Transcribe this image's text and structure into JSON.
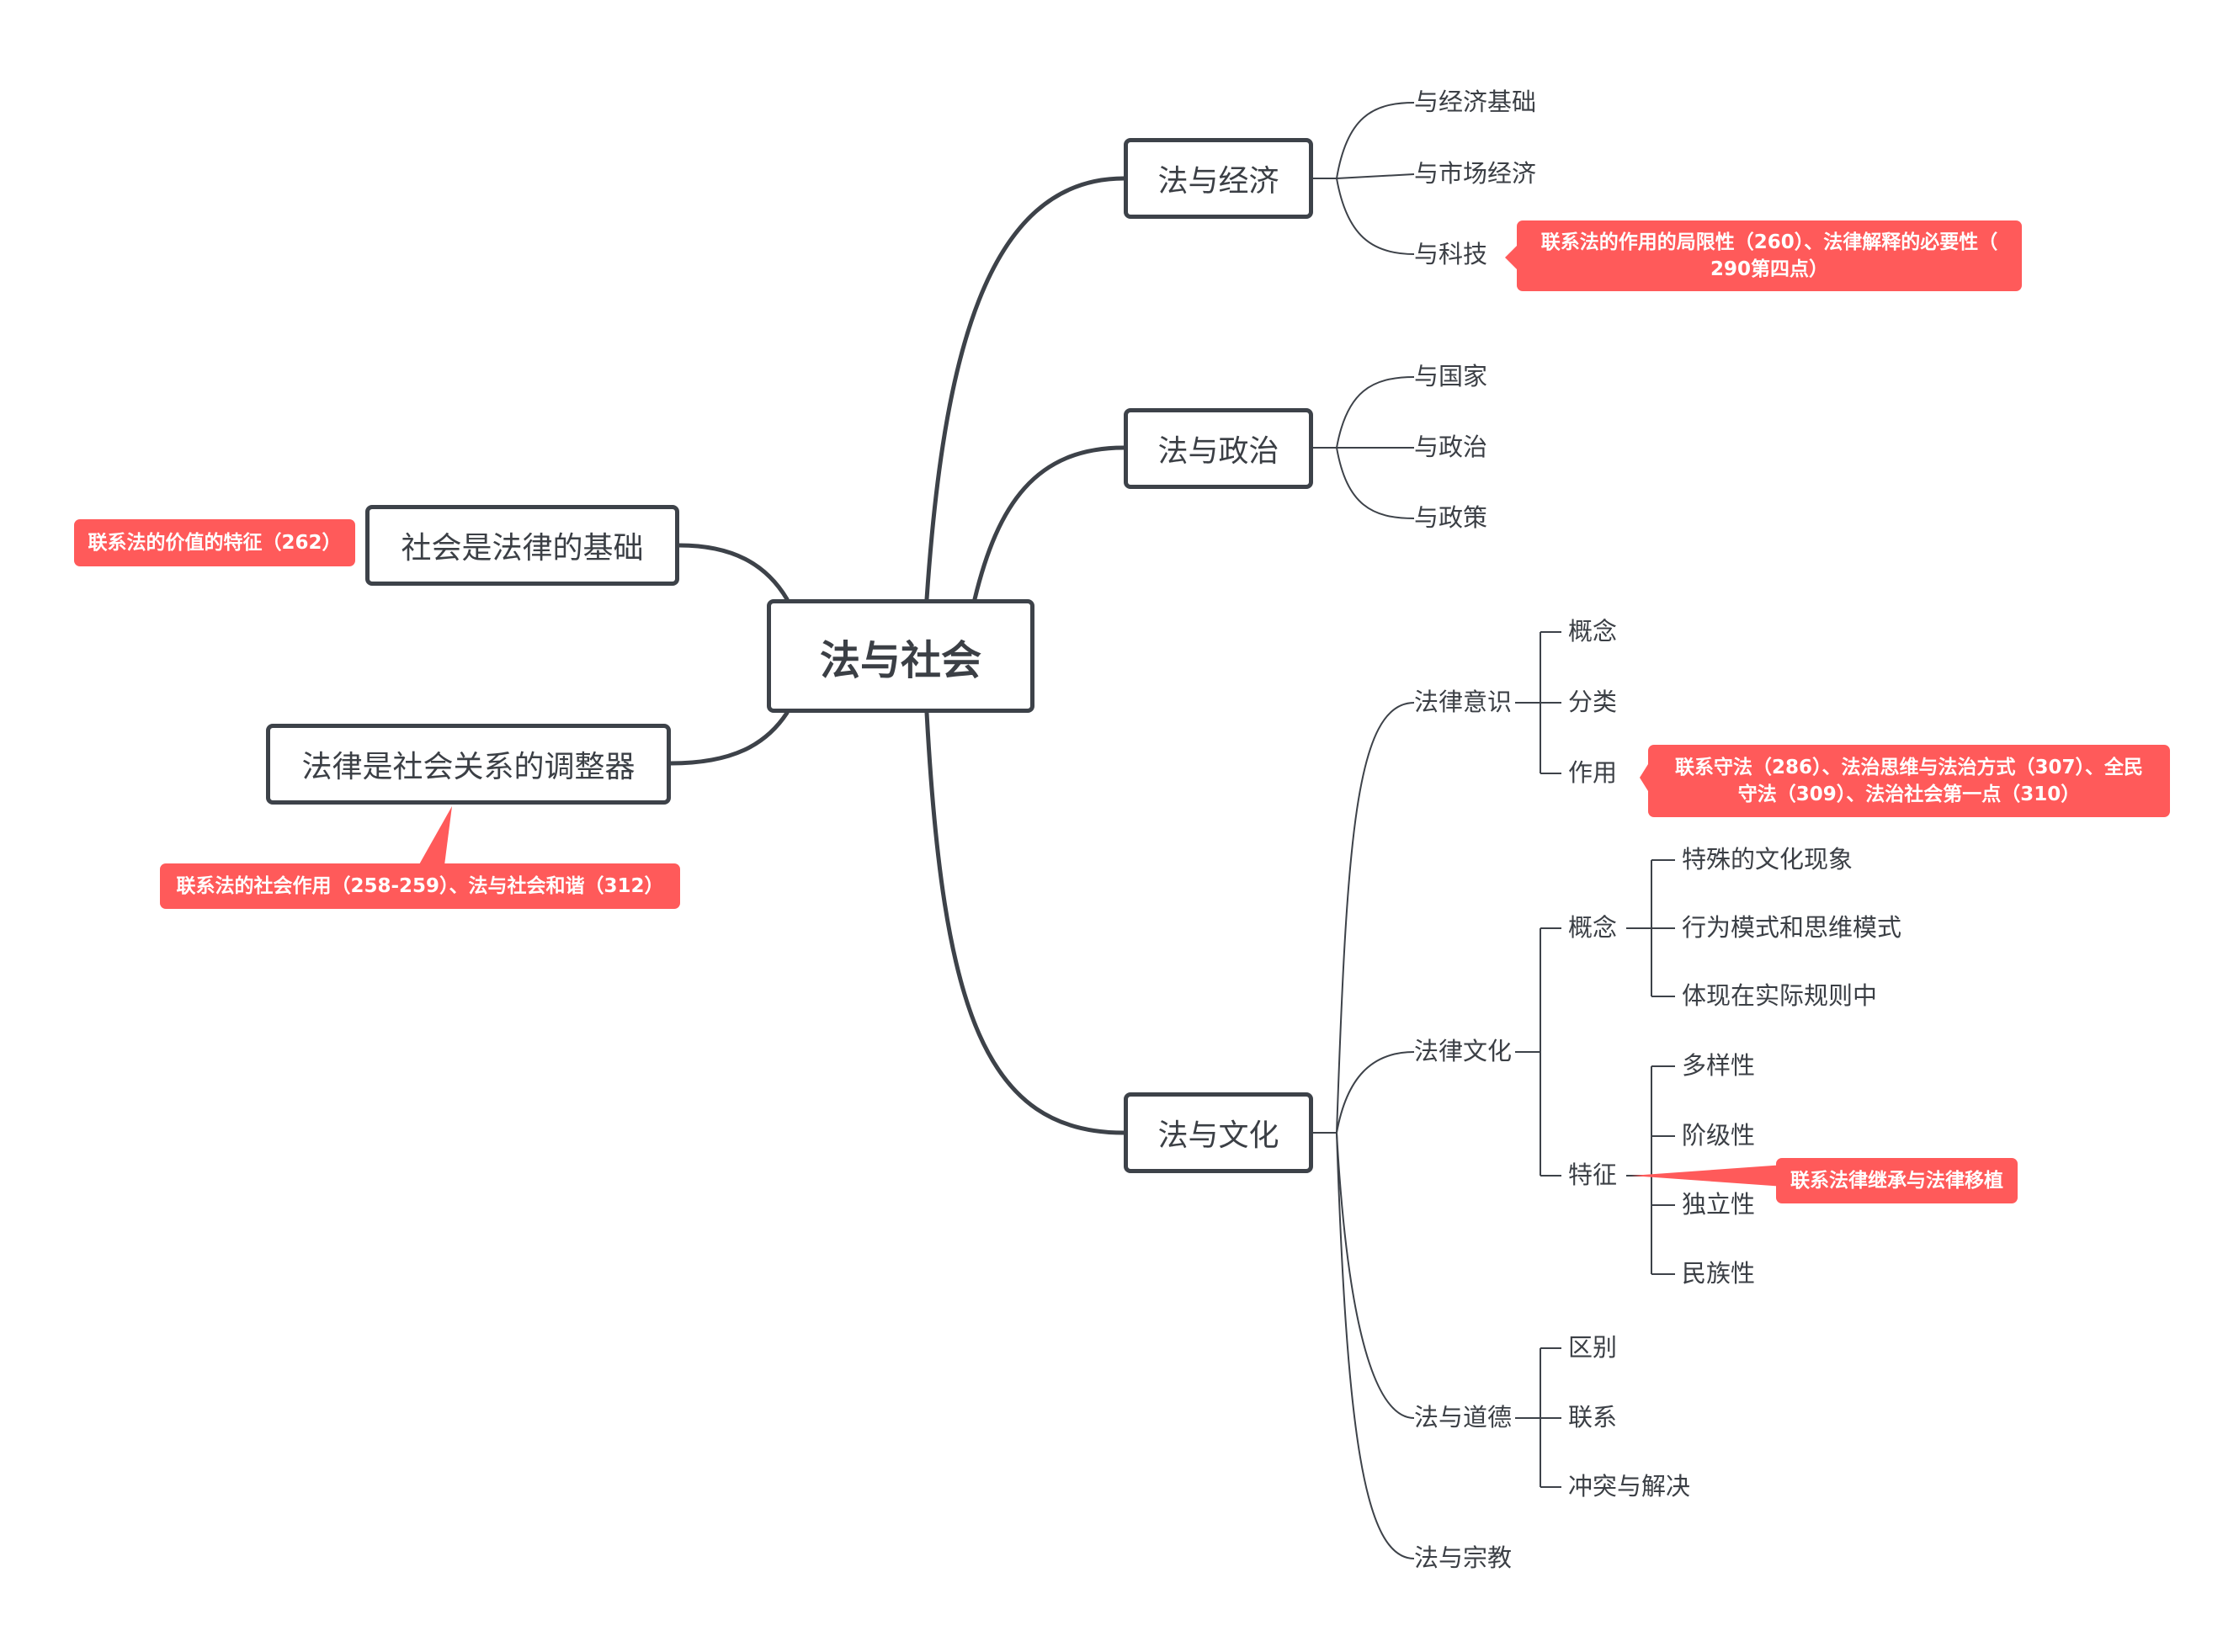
{
  "root": {
    "label": "法与社会"
  },
  "left": {
    "basis": {
      "label": "社会是法律的基础",
      "note": "联系法的价值的特征（262）"
    },
    "regulator": {
      "label": "法律是社会关系的调整器",
      "note": "联系法的社会作用（258-259）、法与社会和谐（312）"
    }
  },
  "economy": {
    "label": "法与经济",
    "children": [
      "与经济基础",
      "与市场经济",
      "与科技"
    ],
    "note": [
      "联系法的作用的局限性（260）、法律解释的必要性（",
      "290第四点）"
    ]
  },
  "politics": {
    "label": "法与政治",
    "children": [
      "与国家",
      "与政治",
      "与政策"
    ]
  },
  "culture": {
    "label": "法与文化",
    "consciousness": {
      "label": "法律意识",
      "children": [
        "概念",
        "分类",
        "作用"
      ],
      "note": [
        "联系守法（286）、法治思维与法治方式（307）、全民",
        "守法（309）、法治社会第一点（310）"
      ]
    },
    "legal_culture": {
      "label": "法律文化",
      "concept": {
        "label": "概念",
        "children": [
          "特殊的文化现象",
          "行为模式和思维模式",
          "体现在实际规则中"
        ]
      },
      "features": {
        "label": "特征",
        "children": [
          "多样性",
          "阶级性",
          "独立性",
          "民族性"
        ],
        "note": "联系法律继承与法律移植"
      }
    },
    "morality": {
      "label": "法与道德",
      "children": [
        "区别",
        "联系",
        "冲突与解决"
      ]
    },
    "religion": {
      "label": "法与宗教"
    }
  }
}
